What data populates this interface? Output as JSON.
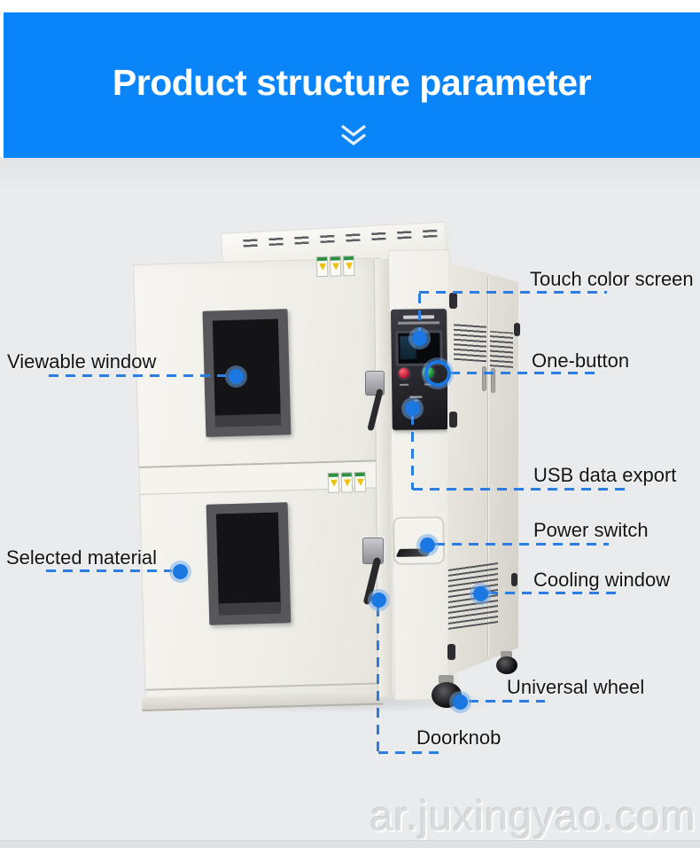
{
  "header": {
    "title": "Product structure parameter",
    "chevron_icon": "double-chevron-down",
    "bg_color": "#0a85f9"
  },
  "callouts": {
    "touch_color_screen": {
      "label": "Touch color screen"
    },
    "viewable_window": {
      "label": "Viewable window"
    },
    "one_button": {
      "label": "One-button"
    },
    "usb_data_export": {
      "label": "USB data export"
    },
    "power_switch": {
      "label": "Power switch"
    },
    "selected_material": {
      "label": "Selected material"
    },
    "cooling_window": {
      "label": "Cooling window"
    },
    "universal_wheel": {
      "label": "Universal wheel"
    },
    "doorknob": {
      "label": "Doorknob"
    }
  },
  "watermark": {
    "text": "ar.juxingyao.com"
  },
  "colors": {
    "accent_blue": "#0a85f9",
    "callout_blue": "#2b7de2",
    "background_gray": "#eaebec",
    "machine_body": "#f0efe9",
    "window_bezel": "#57575b",
    "warning_yellow": "#f0c010",
    "button_red": "#c01230",
    "button_green": "#128c30"
  }
}
